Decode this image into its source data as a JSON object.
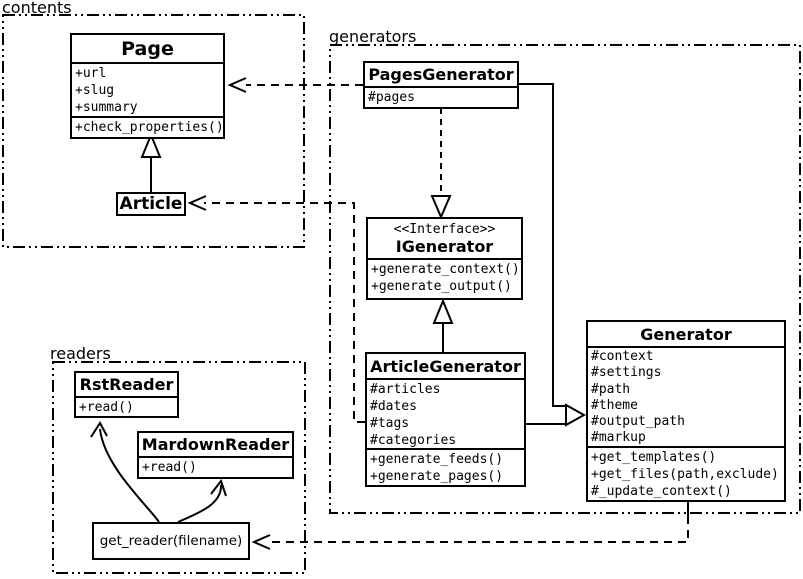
{
  "packages": {
    "contents": {
      "label": "contents"
    },
    "generators": {
      "label": "generators"
    },
    "readers": {
      "label": "readers"
    }
  },
  "classes": {
    "page": {
      "name": "Page",
      "attributes": [
        "+url",
        "+slug",
        "+summary"
      ],
      "methods": [
        "+check_properties()"
      ]
    },
    "article": {
      "name": "Article"
    },
    "pages_generator": {
      "name": "PagesGenerator",
      "attributes": [
        "#pages"
      ]
    },
    "igenerator": {
      "stereotype": "<<Interface>>",
      "name": "IGenerator",
      "methods": [
        "+generate_context()",
        "+generate_output()"
      ]
    },
    "article_generator": {
      "name": "ArticleGenerator",
      "attributes": [
        "#articles",
        "#dates",
        "#tags",
        "#categories"
      ],
      "methods": [
        "+generate_feeds()",
        "+generate_pages()"
      ]
    },
    "generator": {
      "name": "Generator",
      "attributes": [
        "#context",
        "#settings",
        "#path",
        "#theme",
        "#output_path",
        "#markup"
      ],
      "methods": [
        "+get_templates()",
        "+get_files(path,exclude)",
        "#_update_context()"
      ]
    },
    "rst_reader": {
      "name": "RstReader",
      "methods": [
        "+read()"
      ]
    },
    "mardown_reader": {
      "name": "MardownReader",
      "methods": [
        "+read()"
      ]
    },
    "get_reader": {
      "name": "get_reader(filename)"
    }
  },
  "relationships": [
    {
      "type": "generalization",
      "from": "Article",
      "to": "Page"
    },
    {
      "type": "realization",
      "from": "PagesGenerator",
      "to": "IGenerator"
    },
    {
      "type": "generalization",
      "from": "ArticleGenerator",
      "to": "IGenerator"
    },
    {
      "type": "generalization",
      "from": "PagesGenerator",
      "to": "Generator"
    },
    {
      "type": "generalization",
      "from": "ArticleGenerator",
      "to": "Generator"
    },
    {
      "type": "dependency",
      "from": "PagesGenerator",
      "to": "Page"
    },
    {
      "type": "dependency",
      "from": "ArticleGenerator",
      "to": "Article"
    },
    {
      "type": "dependency",
      "from": "Generator",
      "to": "get_reader(filename)"
    },
    {
      "type": "call-arrow",
      "from": "get_reader(filename)",
      "to": "RstReader"
    },
    {
      "type": "call-arrow",
      "from": "get_reader(filename)",
      "to": "MardownReader"
    }
  ],
  "colors": {
    "line": "#000000",
    "background": "#ffffff"
  }
}
